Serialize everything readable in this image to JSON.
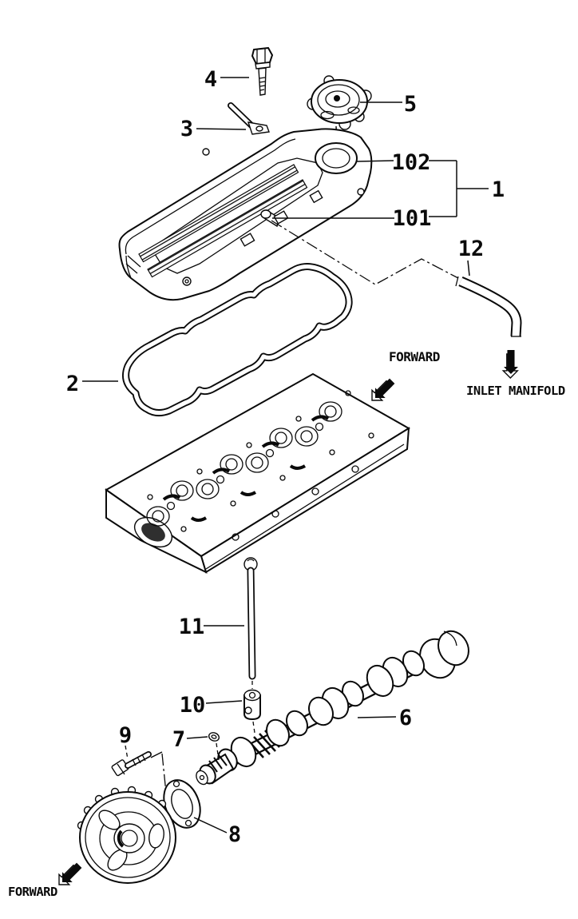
{
  "figure": {
    "type": "exploded-parts-diagram",
    "subject": "cylinder head, valve cover, gasket and camshaft assembly",
    "background_color": "#ffffff",
    "line_color": "#0a0a0a"
  },
  "labels": {
    "p1": "1",
    "p2": "2",
    "p3": "3",
    "p4": "4",
    "p5": "5",
    "p6": "6",
    "p7": "7",
    "p8": "8",
    "p9": "9",
    "p10": "10",
    "p11": "11",
    "p12": "12",
    "p101": "101",
    "p102": "102"
  },
  "annotations": {
    "forward_top": "FORWARD",
    "inlet_manifold": "INLET MANIFOLD",
    "forward_bottom": "FORWARD"
  },
  "icons": [
    {
      "name": "forward-arrow-icon",
      "meaning": "direction arrow pointing to engine front"
    },
    {
      "name": "inlet-manifold-arrow-icon",
      "meaning": "direction arrow pointing to inlet manifold side"
    }
  ]
}
